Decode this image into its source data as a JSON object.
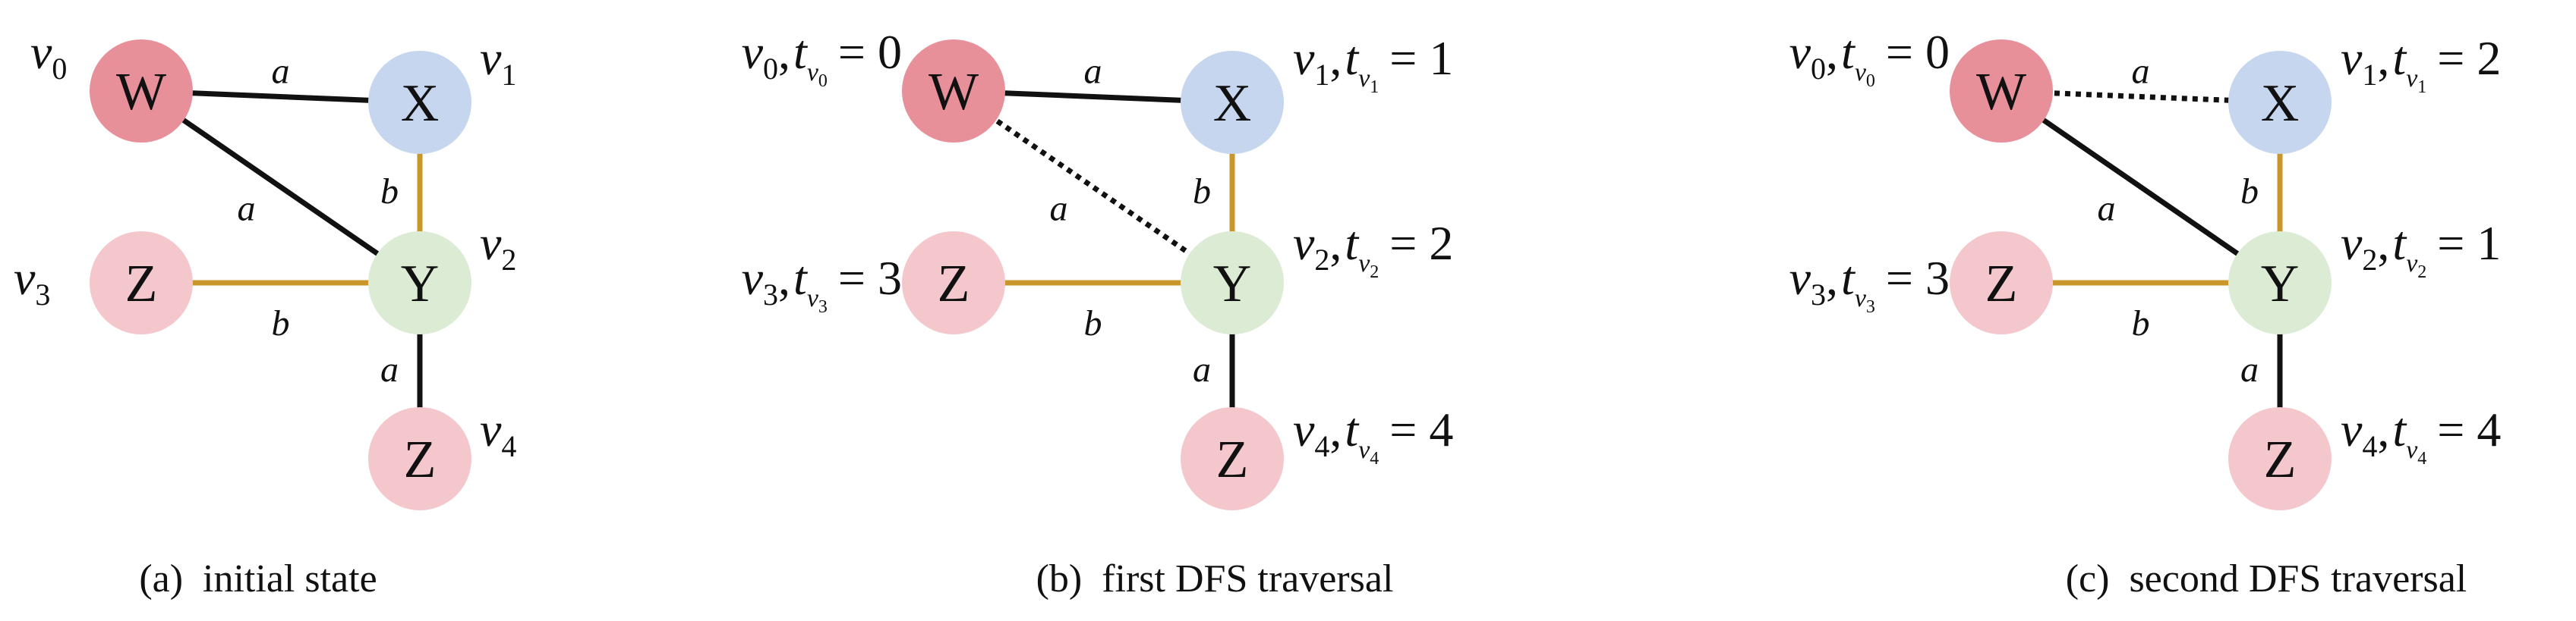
{
  "colors": {
    "node_w": "#e8909a",
    "node_x": "#c5d6ee",
    "node_y": "#dcebd4",
    "node_z": "#f4c7cd",
    "edge_a": "#111111",
    "edge_b": "#c9962a"
  },
  "panels": [
    {
      "caption": "(a)  initial state",
      "nodes": [
        {
          "id": "v0",
          "letter": "W",
          "color": "node_w",
          "var": "v",
          "sub": "0"
        },
        {
          "id": "v1",
          "letter": "X",
          "color": "node_x",
          "var": "v",
          "sub": "1"
        },
        {
          "id": "v2",
          "letter": "Y",
          "color": "node_y",
          "var": "v",
          "sub": "2"
        },
        {
          "id": "v3",
          "letter": "Z",
          "color": "node_z",
          "var": "v",
          "sub": "3"
        },
        {
          "id": "v4",
          "letter": "Z",
          "color": "node_z",
          "var": "v",
          "sub": "4"
        }
      ],
      "edges": [
        {
          "from": "v0",
          "to": "v1",
          "label": "a",
          "kind": "a",
          "style": "solid"
        },
        {
          "from": "v0",
          "to": "v2",
          "label": "a",
          "kind": "a",
          "style": "solid"
        },
        {
          "from": "v1",
          "to": "v2",
          "label": "b",
          "kind": "b",
          "style": "solid"
        },
        {
          "from": "v3",
          "to": "v2",
          "label": "b",
          "kind": "b",
          "style": "solid"
        },
        {
          "from": "v2",
          "to": "v4",
          "label": "a",
          "kind": "a",
          "style": "solid"
        }
      ]
    },
    {
      "caption": "(b)  first DFS traversal",
      "nodes": [
        {
          "id": "v0",
          "letter": "W",
          "color": "node_w",
          "var": "v",
          "sub": "0",
          "t": "t",
          "tsubv": "v",
          "tsub": "0",
          "eq": "= 0"
        },
        {
          "id": "v1",
          "letter": "X",
          "color": "node_x",
          "var": "v",
          "sub": "1",
          "t": "t",
          "tsubv": "v",
          "tsub": "1",
          "eq": "= 1"
        },
        {
          "id": "v2",
          "letter": "Y",
          "color": "node_y",
          "var": "v",
          "sub": "2",
          "t": "t",
          "tsubv": "v",
          "tsub": "2",
          "eq": "= 2"
        },
        {
          "id": "v3",
          "letter": "Z",
          "color": "node_z",
          "var": "v",
          "sub": "3",
          "t": "t",
          "tsubv": "v",
          "tsub": "3",
          "eq": "= 3"
        },
        {
          "id": "v4",
          "letter": "Z",
          "color": "node_z",
          "var": "v",
          "sub": "4",
          "t": "t",
          "tsubv": "v",
          "tsub": "4",
          "eq": "= 4"
        }
      ],
      "edges": [
        {
          "from": "v0",
          "to": "v1",
          "label": "a",
          "kind": "a",
          "style": "solid"
        },
        {
          "from": "v0",
          "to": "v2",
          "label": "a",
          "kind": "a",
          "style": "dotted"
        },
        {
          "from": "v1",
          "to": "v2",
          "label": "b",
          "kind": "b",
          "style": "solid"
        },
        {
          "from": "v3",
          "to": "v2",
          "label": "b",
          "kind": "b",
          "style": "solid"
        },
        {
          "from": "v2",
          "to": "v4",
          "label": "a",
          "kind": "a",
          "style": "solid"
        }
      ]
    },
    {
      "caption": "(c)  second DFS traversal",
      "nodes": [
        {
          "id": "v0",
          "letter": "W",
          "color": "node_w",
          "var": "v",
          "sub": "0",
          "t": "t",
          "tsubv": "v",
          "tsub": "0",
          "eq": "= 0"
        },
        {
          "id": "v1",
          "letter": "X",
          "color": "node_x",
          "var": "v",
          "sub": "1",
          "t": "t",
          "tsubv": "v",
          "tsub": "1",
          "eq": "= 2"
        },
        {
          "id": "v2",
          "letter": "Y",
          "color": "node_y",
          "var": "v",
          "sub": "2",
          "t": "t",
          "tsubv": "v",
          "tsub": "2",
          "eq": "= 1"
        },
        {
          "id": "v3",
          "letter": "Z",
          "color": "node_z",
          "var": "v",
          "sub": "3",
          "t": "t",
          "tsubv": "v",
          "tsub": "3",
          "eq": "= 3"
        },
        {
          "id": "v4",
          "letter": "Z",
          "color": "node_z",
          "var": "v",
          "sub": "4",
          "t": "t",
          "tsubv": "v",
          "tsub": "4",
          "eq": "= 4"
        }
      ],
      "edges": [
        {
          "from": "v0",
          "to": "v1",
          "label": "a",
          "kind": "a",
          "style": "dotted"
        },
        {
          "from": "v0",
          "to": "v2",
          "label": "a",
          "kind": "a",
          "style": "solid"
        },
        {
          "from": "v1",
          "to": "v2",
          "label": "b",
          "kind": "b",
          "style": "solid"
        },
        {
          "from": "v3",
          "to": "v2",
          "label": "b",
          "kind": "b",
          "style": "solid"
        },
        {
          "from": "v2",
          "to": "v4",
          "label": "a",
          "kind": "a",
          "style": "solid"
        }
      ]
    }
  ]
}
